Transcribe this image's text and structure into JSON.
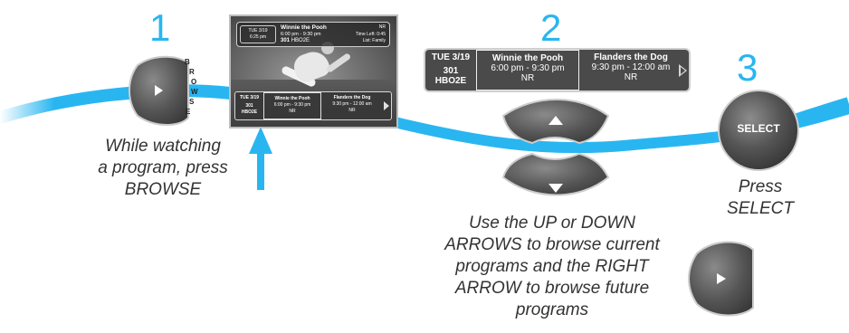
{
  "steps": {
    "one": {
      "number": "1",
      "caption": [
        "While watching",
        "a program, press",
        "BROWSE"
      ],
      "browse_button_text": "BROWSE"
    },
    "two": {
      "number": "2",
      "caption": [
        "Use the UP or DOWN",
        "ARROWS to browse current",
        "programs and the RIGHT",
        "ARROW to browse future",
        "programs"
      ]
    },
    "three": {
      "number": "3",
      "caption": [
        "Press",
        "SELECT"
      ],
      "select_button_label": "SELECT"
    }
  },
  "tv_info_banner": {
    "date": "TUE 3/19",
    "time": "6:25 pm",
    "title": "Winnie the Pooh",
    "time_range": "6:00 pm - 9:30 pm",
    "channel_number": "301",
    "channel_name": "HBO2E",
    "rating": "NR",
    "time_left": "Time Left: 0:45",
    "list": "List: Family"
  },
  "tv_browse_bar": {
    "date": "TUE 3/19",
    "channel_number": "301",
    "channel_name": "HBO2E",
    "current": {
      "title": "Winnie the Pooh",
      "time": "6:00 pm - 9:30 pm",
      "rating": "NR"
    },
    "next": {
      "title": "Flanders the Dog",
      "time": "9:30 pm - 12:00 am",
      "rating": "NR"
    }
  },
  "guide_bar": {
    "date": "TUE 3/19",
    "channel_number": "301",
    "channel_name": "HBO2E",
    "current": {
      "title": "Winnie the Pooh",
      "time": "6:00 pm - 9:30 pm",
      "rating": "NR"
    },
    "next": {
      "title": "Flanders the Dog",
      "time": "9:30 pm - 12:00 am",
      "rating": "NR"
    }
  },
  "icons": [
    "play-icon",
    "up-arrow-icon",
    "down-arrow-icon",
    "right-arrow-icon"
  ],
  "colors": {
    "accent_blue": "#29b6f0",
    "button_gray": "#5a5a5a",
    "text_gray": "#333333"
  }
}
